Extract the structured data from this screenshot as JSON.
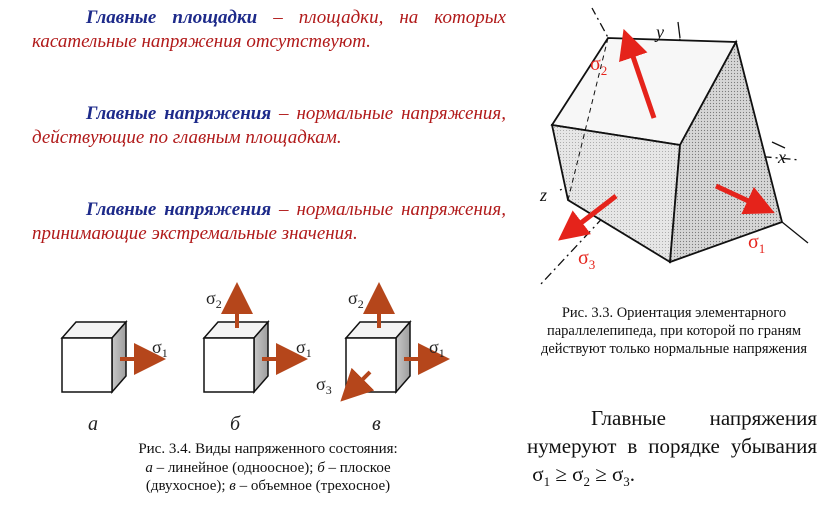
{
  "definitions": [
    {
      "term": "Главные площадки",
      "text": " – площадки, на которых касательные напряжения отсутствуют."
    },
    {
      "term": "Главные напряжения",
      "text": " – нормальные напряжения, действующие по главным площадкам."
    },
    {
      "term": "Главные напряжения",
      "text": " – нормальные напряжения, принимающие экстремальные значения."
    }
  ],
  "fig34": {
    "sigma": "σ",
    "sub1": "1",
    "sub2": "2",
    "sub3": "3",
    "labels": [
      "а",
      "б",
      "в"
    ],
    "caption": {
      "line1": "Рис. 3.4. Виды напряженного состояния:",
      "a_letter": "а",
      "a_text": " – линейное (одноосное); ",
      "b_letter": "б",
      "b_text": " – плоское",
      "line3_start": "(двухосное); ",
      "c_letter": "в",
      "c_text": " – объемное (трехосное)"
    }
  },
  "fig33": {
    "axes": {
      "y": "y",
      "x": "x",
      "z": "z"
    },
    "caption": "Рис. 3.3. Ориентация элементарного параллелепипеда, при которой по граням действуют только нормальные напряжения"
  },
  "note": {
    "text": "Главные напряжения нумеруют в порядке убывания",
    "s": "σ",
    "s1": "1",
    "s2": "2",
    "s3": "3",
    "ge": "≥",
    "end": "."
  },
  "colors": {
    "term": "#1d2a8a",
    "text": "#b11a1a",
    "arrow_big": "#e5231b",
    "arrow_small": "#b5461b"
  }
}
